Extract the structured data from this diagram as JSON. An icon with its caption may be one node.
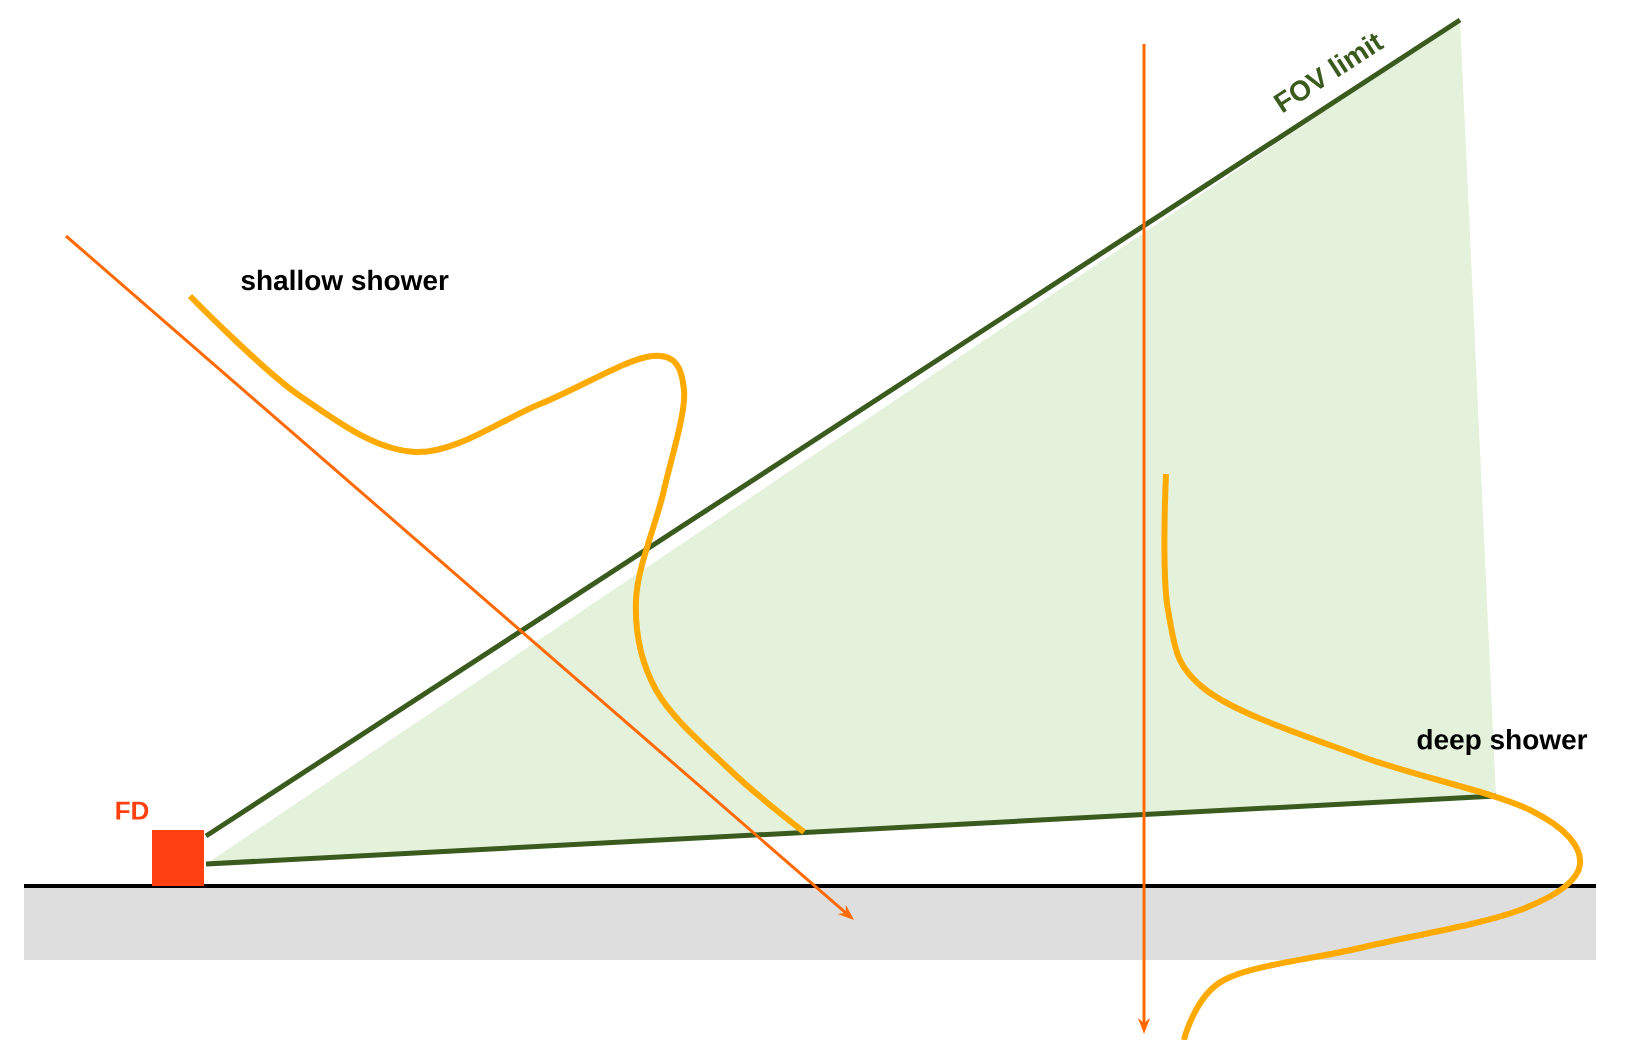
{
  "diagram": {
    "nodes": [
      {
        "text": [
          "FD"
        ]
      }
    ],
    "labels": [
      "FOV limit",
      "shallow shower",
      "deep shower"
    ]
  }
}
